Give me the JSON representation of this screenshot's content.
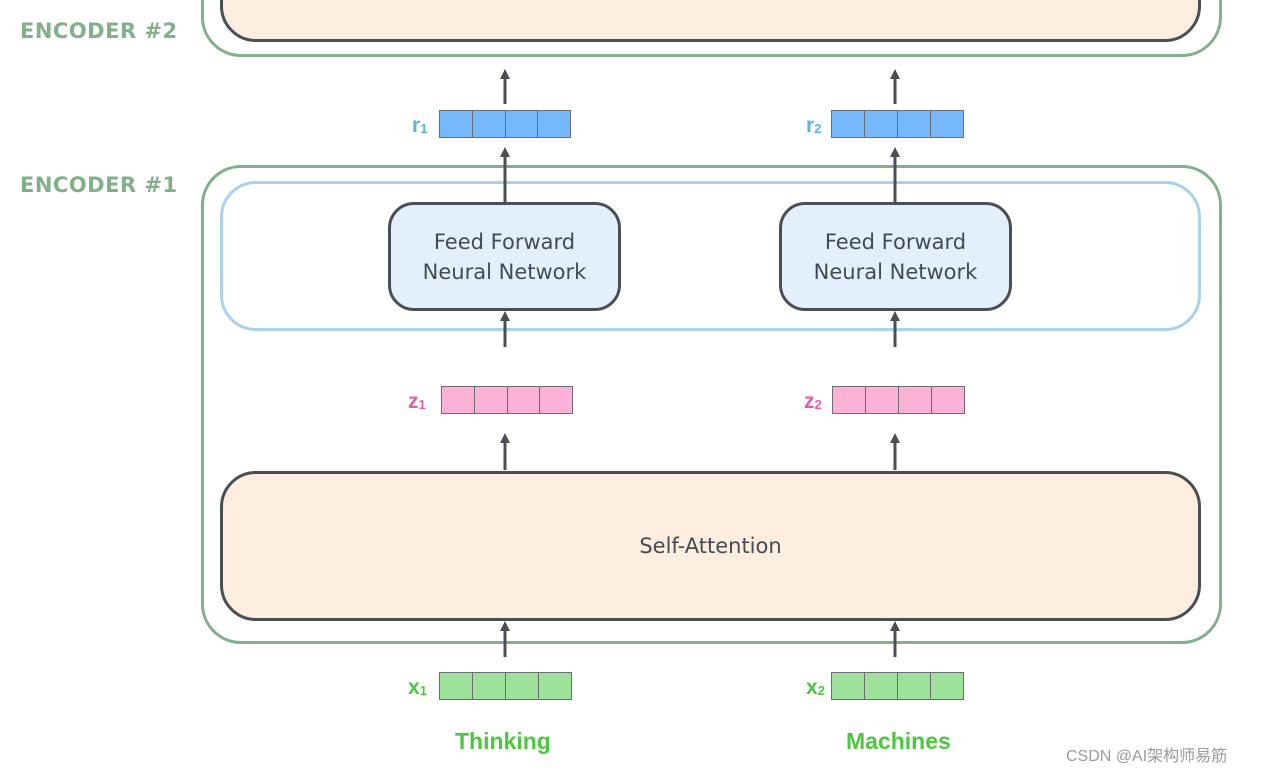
{
  "encoder2": {
    "label": "ENCODER #2"
  },
  "encoder1": {
    "label": "ENCODER #1"
  },
  "self_attention": {
    "label": "Self-Attention"
  },
  "ffn": [
    {
      "line1": "Feed Forward",
      "line2": "Neural Network"
    },
    {
      "line1": "Feed Forward",
      "line2": "Neural Network"
    }
  ],
  "vectors": {
    "r1": {
      "label": "r",
      "sub": "1"
    },
    "r2": {
      "label": "r",
      "sub": "2"
    },
    "z1": {
      "label": "z",
      "sub": "1"
    },
    "z2": {
      "label": "z",
      "sub": "2"
    },
    "x1": {
      "label": "x",
      "sub": "1"
    },
    "x2": {
      "label": "x",
      "sub": "2"
    }
  },
  "words": {
    "w1": "Thinking",
    "w2": "Machines"
  },
  "watermark": "CSDN @AI架构师易筋",
  "colors": {
    "encoder_border": "#82b08a",
    "r_vector": "#76b8fb",
    "z_vector": "#fdb1d6",
    "x_vector": "#9ee19a",
    "r_label": "#55b3e3",
    "z_label": "#ea5ba4",
    "x_label": "#49c93b"
  }
}
